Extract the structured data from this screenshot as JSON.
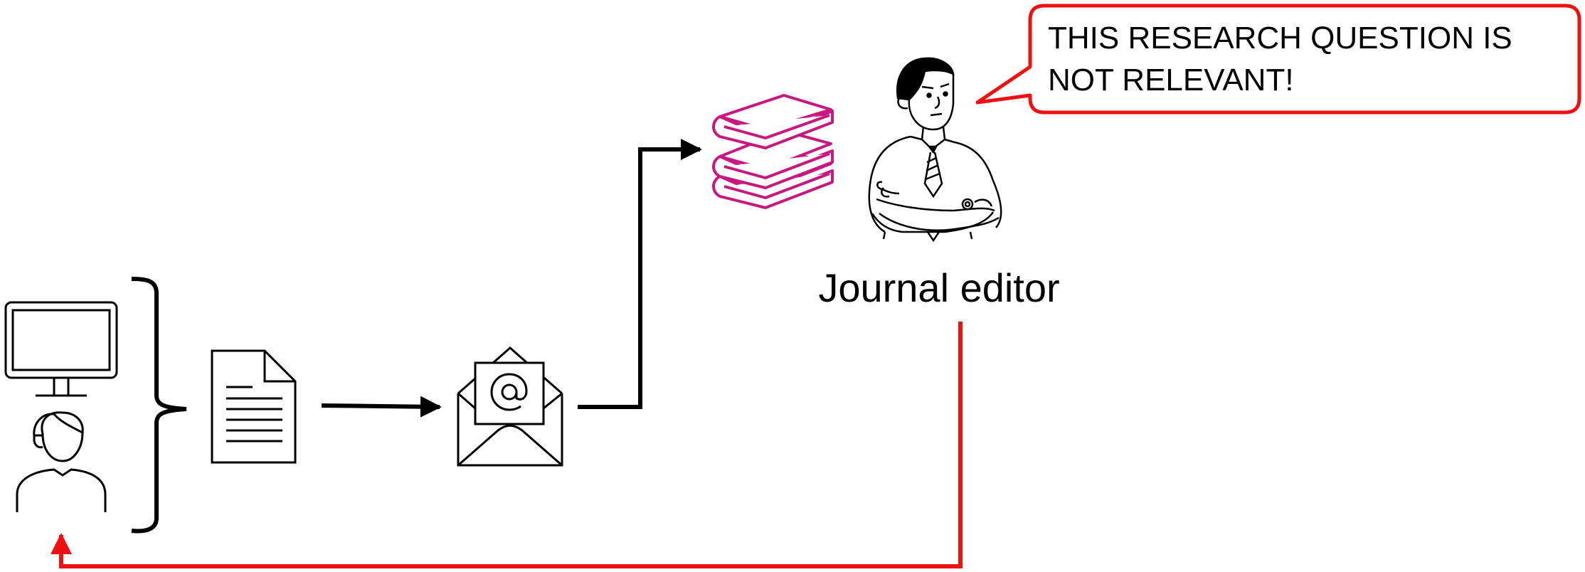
{
  "speech_bubble": {
    "line1": "THIS RESEARCH QUESTION IS",
    "line2": "NOT RELEVANT!"
  },
  "editor": {
    "label": "Journal editor"
  },
  "colors": {
    "ink": "#000000",
    "reject": "#ee1111",
    "books": "#c8177f",
    "background": "#ffffff"
  },
  "icons": [
    "computer-icon",
    "researcher-icon",
    "bracket",
    "document-icon",
    "email-icon",
    "books-icon",
    "editor-person-icon"
  ]
}
